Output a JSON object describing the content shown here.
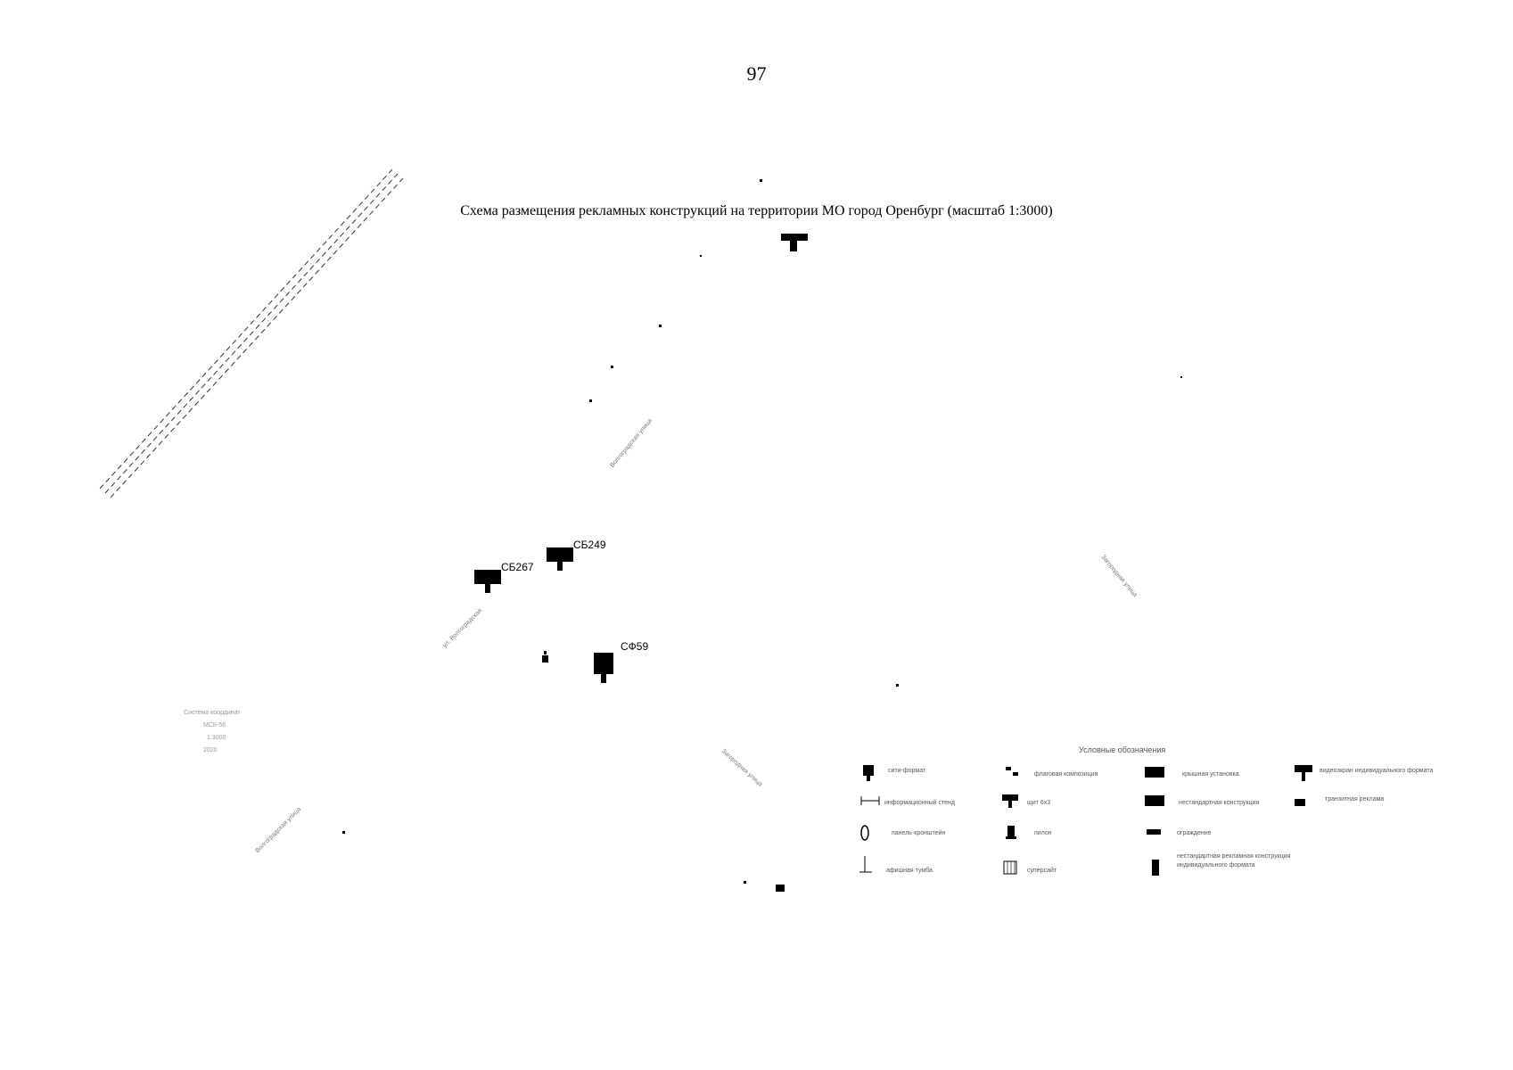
{
  "page_number": "97",
  "map_title": "Схема размещения рекламных конструкций на территории МО город Оренбург (масштаб 1:3000)",
  "markers": [
    {
      "id": "СБ249",
      "icon": "billboard-icon"
    },
    {
      "id": "СБ267",
      "icon": "billboard-icon"
    },
    {
      "id": "СФ59",
      "icon": "city-format-icon"
    }
  ],
  "legend": {
    "title": "Условные обозначения",
    "items": [
      {
        "icon": "city-format-icon",
        "label": "сити-формат"
      },
      {
        "icon": "flag-icon",
        "label": "флаговая композиция"
      },
      {
        "icon": "roof-installation-icon",
        "label": "крышная установка"
      },
      {
        "icon": "video-screen-icon",
        "label": "видеоэкран индивидуального формата"
      },
      {
        "icon": "info-stand-icon",
        "label": "информационный стенд"
      },
      {
        "icon": "billboard-icon",
        "label": "щит 6x3"
      },
      {
        "icon": "nonstandard-structure-icon",
        "label": "нестандартная конструкция"
      },
      {
        "icon": "transit-ad-icon",
        "label": "транзитная реклама"
      },
      {
        "icon": "bracket-panel-icon",
        "label": "панель-кронштейн"
      },
      {
        "icon": "pylon-icon",
        "label": "пилон"
      },
      {
        "icon": "roof-fence-icon",
        "label": "ограждение"
      },
      {
        "icon": "poster-stand-icon",
        "label": "афишная тумба"
      },
      {
        "icon": "super-site-icon",
        "label": "суперсайт"
      },
      {
        "icon": "individual-structure-icon",
        "label": "нестандартная рекламная конструкция индивидуального формата"
      }
    ]
  },
  "streets": [
    "Волгоградская улица",
    "ул. Волгоградская",
    "Волгоградская улица",
    "Загородная улица",
    "Загородная улица"
  ],
  "coords_block": [
    "Система координат",
    "МСК-56",
    "1:3000",
    "2020"
  ]
}
